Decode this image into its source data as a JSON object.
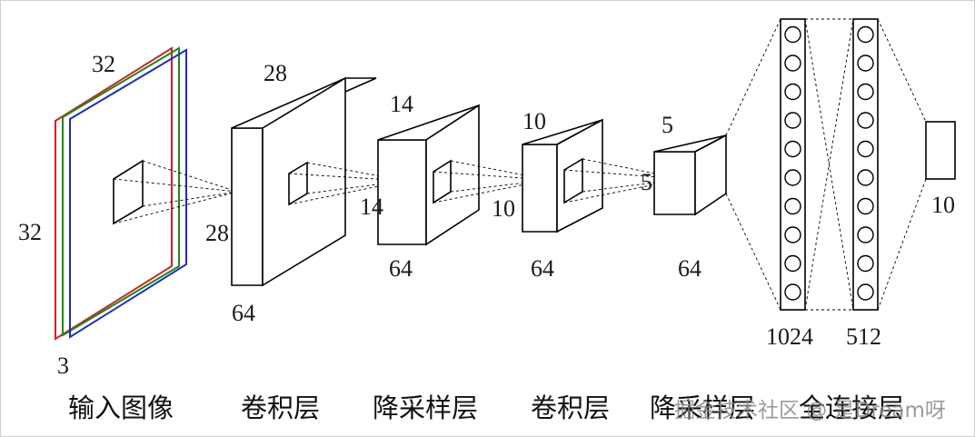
{
  "colors": {
    "red": "#d42020",
    "green": "#1a8a1a",
    "blue": "#1e2ad0",
    "stroke": "#000000",
    "watermark": "#8a8a8a"
  },
  "input": {
    "width": "32",
    "height": "32",
    "depth": "3"
  },
  "conv1": {
    "width": "28",
    "height": "28",
    "depth": "64"
  },
  "pool1": {
    "width": "14",
    "height": "14",
    "depth": "64"
  },
  "conv2": {
    "width": "10",
    "height": "10",
    "depth": "64"
  },
  "pool2": {
    "width": "5",
    "height": "5",
    "depth": "64"
  },
  "fc1": {
    "size": "1024"
  },
  "fc2": {
    "size": "512"
  },
  "output": {
    "size": "10"
  },
  "captions": [
    "输入图像",
    "卷积层",
    "降采样层",
    "卷积层",
    "降采样层",
    "全连接层"
  ],
  "watermark": "掘金技术社区 @ 是Dream呀"
}
